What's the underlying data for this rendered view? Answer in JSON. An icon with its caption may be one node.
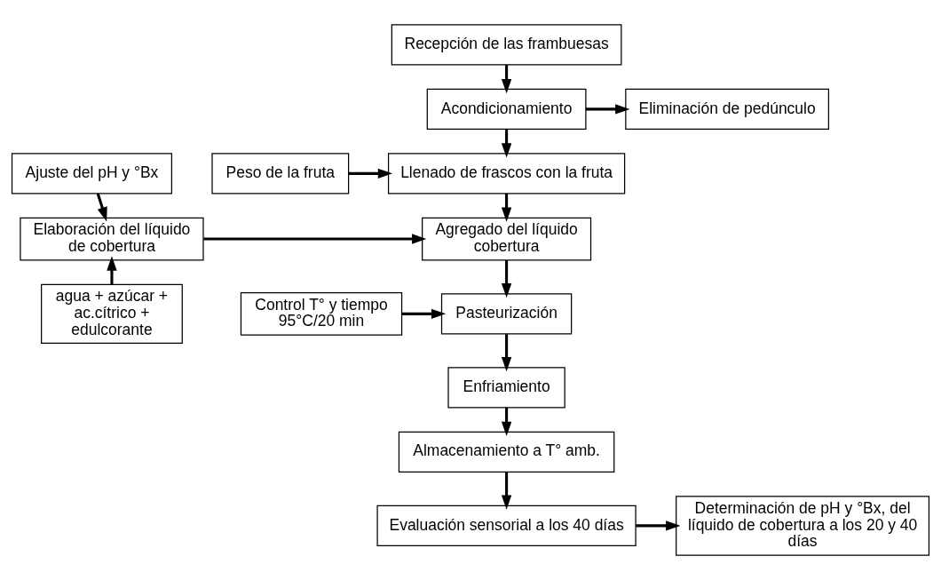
{
  "diagram": {
    "nodes": [
      {
        "text": [
          "Recepción de las frambuesas"
        ]
      },
      {
        "text": [
          "Acondicionamiento"
        ]
      },
      {
        "text": [
          "Eliminación de pedúnculo"
        ]
      },
      {
        "text": [
          "Peso de la fruta"
        ]
      },
      {
        "text": [
          "Llenado de frascos con la fruta"
        ]
      },
      {
        "text": [
          "Ajuste del pH y °Bx"
        ]
      },
      {
        "text": [
          "Agregado del líquido cobertura"
        ]
      },
      {
        "text": [
          "Elaboración del líquido de cobertura"
        ]
      },
      {
        "text": [
          "Control T° y tiempo 95°C/20 min"
        ]
      },
      {
        "text": [
          "Pasteurización"
        ]
      },
      {
        "text": [
          "agua + azúcar + ac.cítrico + edulcorante"
        ]
      },
      {
        "text": [
          "Enfriamiento"
        ]
      },
      {
        "text": [
          "Almacenamiento a T° amb."
        ]
      },
      {
        "text": [
          "Evaluación sensorial a los 40 días"
        ]
      },
      {
        "text": [
          "Determinación de pH y °Bx, del líquido de cobertura a los 20 y 40 días"
        ]
      }
    ],
    "edges": [
      {
        "from": 0,
        "to": 1,
        "arrow": "to"
      },
      {
        "from": 1,
        "to": 2,
        "arrow": "to"
      },
      {
        "from": 1,
        "to": 4,
        "arrow": "to"
      },
      {
        "from": 3,
        "to": 4,
        "arrow": "to"
      },
      {
        "from": 4,
        "to": 6,
        "arrow": "to"
      },
      {
        "from": 5,
        "to": 7,
        "arrow": "to"
      },
      {
        "from": 7,
        "to": 6,
        "arrow": "to"
      },
      {
        "from": 10,
        "to": 7,
        "arrow": "to"
      },
      {
        "from": 8,
        "to": 9,
        "arrow": "to"
      },
      {
        "from": 6,
        "to": 9,
        "arrow": "to"
      },
      {
        "from": 9,
        "to": 11,
        "arrow": "to"
      },
      {
        "from": 11,
        "to": 12,
        "arrow": "to"
      },
      {
        "from": 12,
        "to": 13,
        "arrow": "to"
      },
      {
        "from": 13,
        "to": 14,
        "arrow": "to"
      }
    ]
  }
}
